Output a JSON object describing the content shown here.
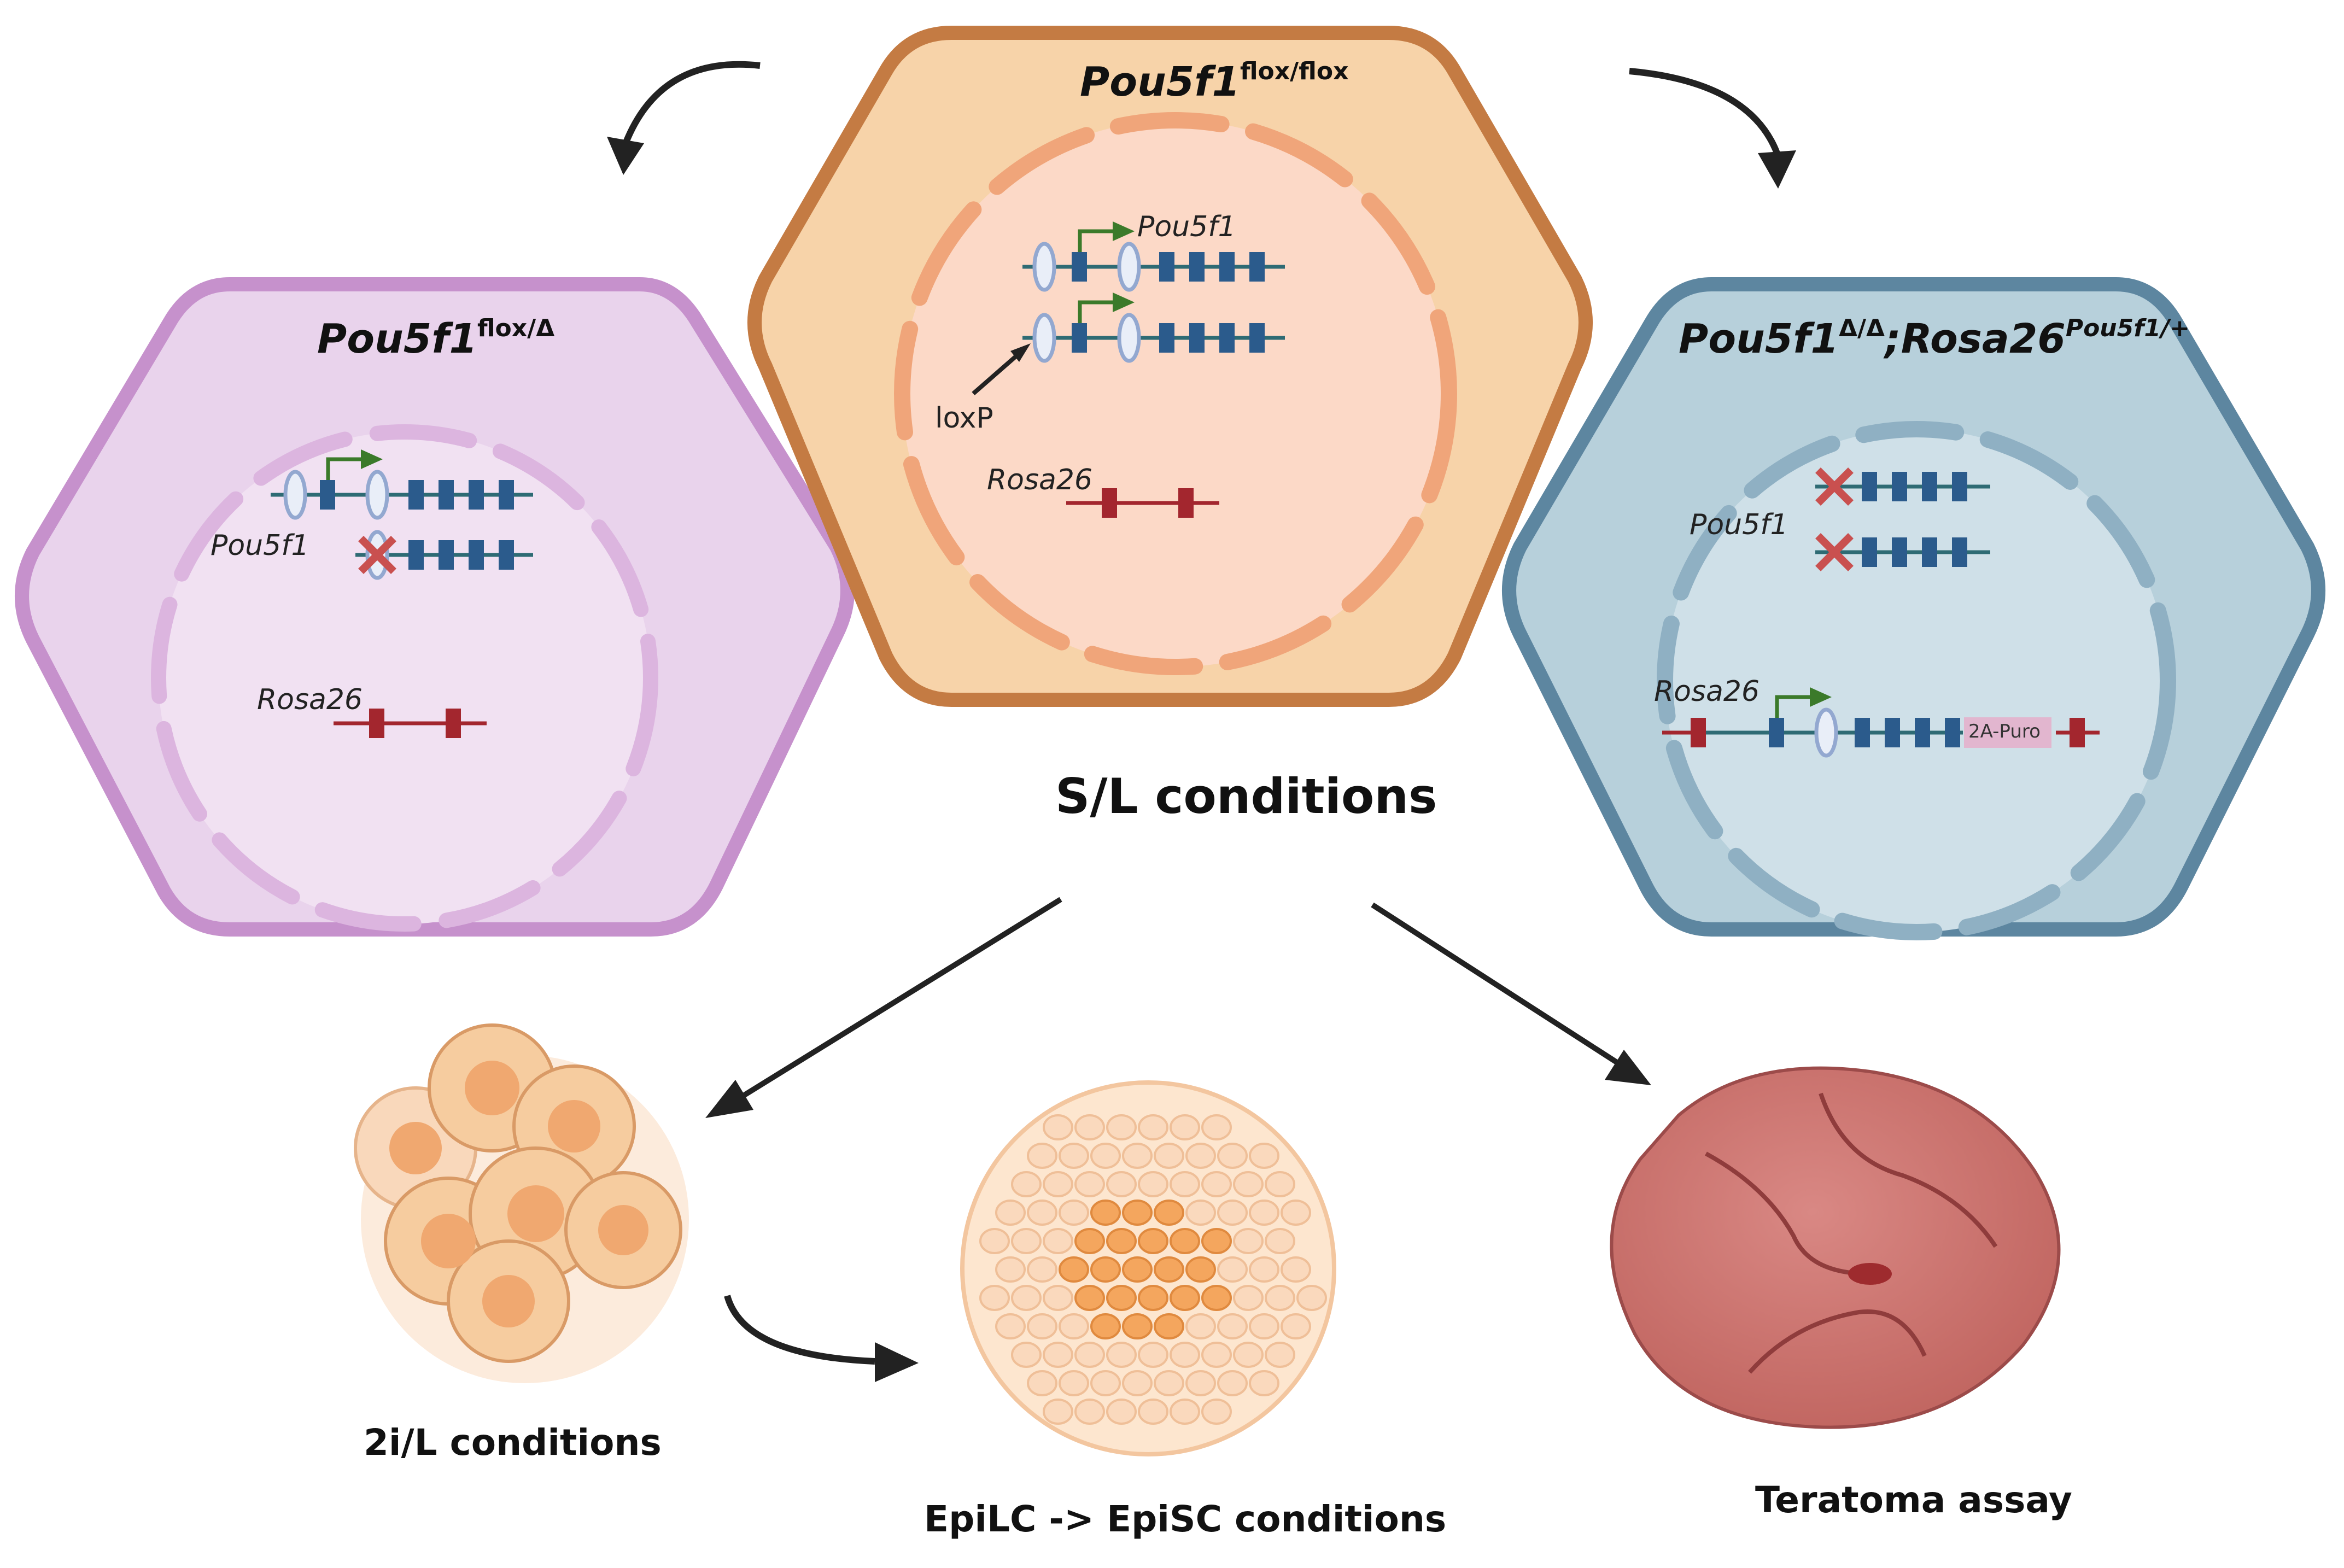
{
  "cells": {
    "center": {
      "title_main": "Pou5f1",
      "title_sup": "flox/flox",
      "gene_label": "Pou5f1",
      "loxp_label": "loxP",
      "rosa_label": "Rosa26"
    },
    "left": {
      "title_main": "Pou5f1",
      "title_sup": "flox/Δ",
      "gene_label": "Pou5f1",
      "rosa_label": "Rosa26"
    },
    "right": {
      "title_main": "Pou5f1",
      "title_sup1": "Δ/Δ",
      "title_sep": ";",
      "title_main2": "Rosa26",
      "title_sup2": "Pou5f1/+",
      "gene_label": "Pou5f1",
      "rosa_label": "Rosa26",
      "cassette_label": "2A-Puro"
    }
  },
  "conditions": {
    "sl": "S/L conditions",
    "two_i": "2i/L conditions",
    "epi": "EpiLC -> EpiSC conditions",
    "teratoma": "Teratoma assay"
  },
  "colors": {
    "center_fill": "#f7d3a9",
    "center_border": "#c47b43",
    "center_nucleus": "#fcd9c7",
    "left_fill": "#e9d3ec",
    "left_border": "#c691cc",
    "left_nucleus": "#f1e1f2",
    "right_fill": "#b7d0db",
    "right_border": "#5d86a0",
    "right_nucleus": "#cfe0e8",
    "exon_blue": "#2b5b8c",
    "rosa_red": "#a3262e",
    "promoter_green": "#3b7a2a",
    "x_mark": "#c9504f"
  }
}
